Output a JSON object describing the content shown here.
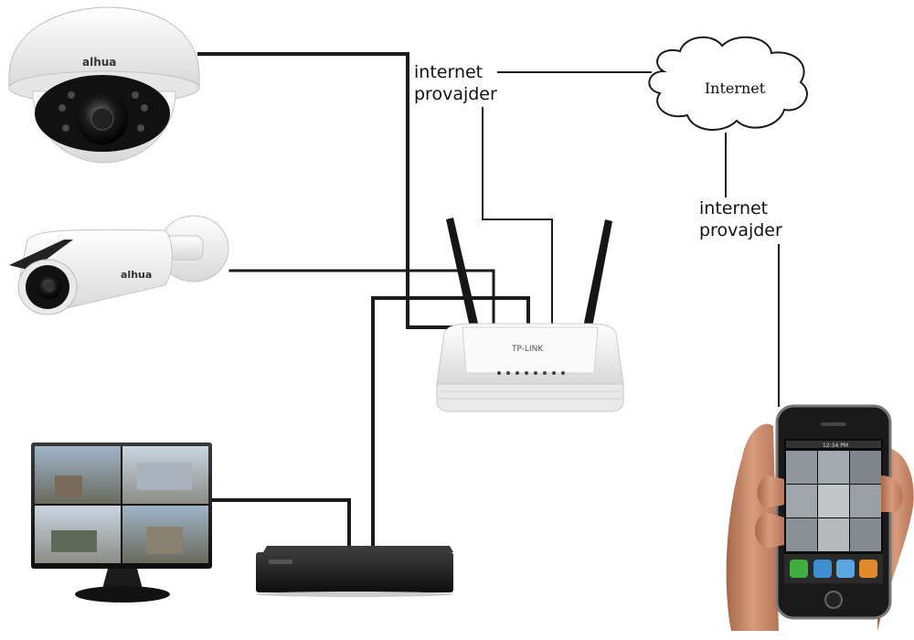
{
  "labels": {
    "isp_top": {
      "line1": "internet",
      "line2": "provajder"
    },
    "isp_right": {
      "line1": "internet",
      "line2": "provajder"
    },
    "cloud": "Internet"
  },
  "device_text": {
    "dome_brand": "alhua",
    "bullet_brand": "alhua",
    "router_brand": "TP-LINK",
    "phone_status": "12:34 PM"
  },
  "colors": {
    "cable": "#1a1a1a",
    "device_white": "#f4f4f4",
    "device_dark": "#151515"
  }
}
